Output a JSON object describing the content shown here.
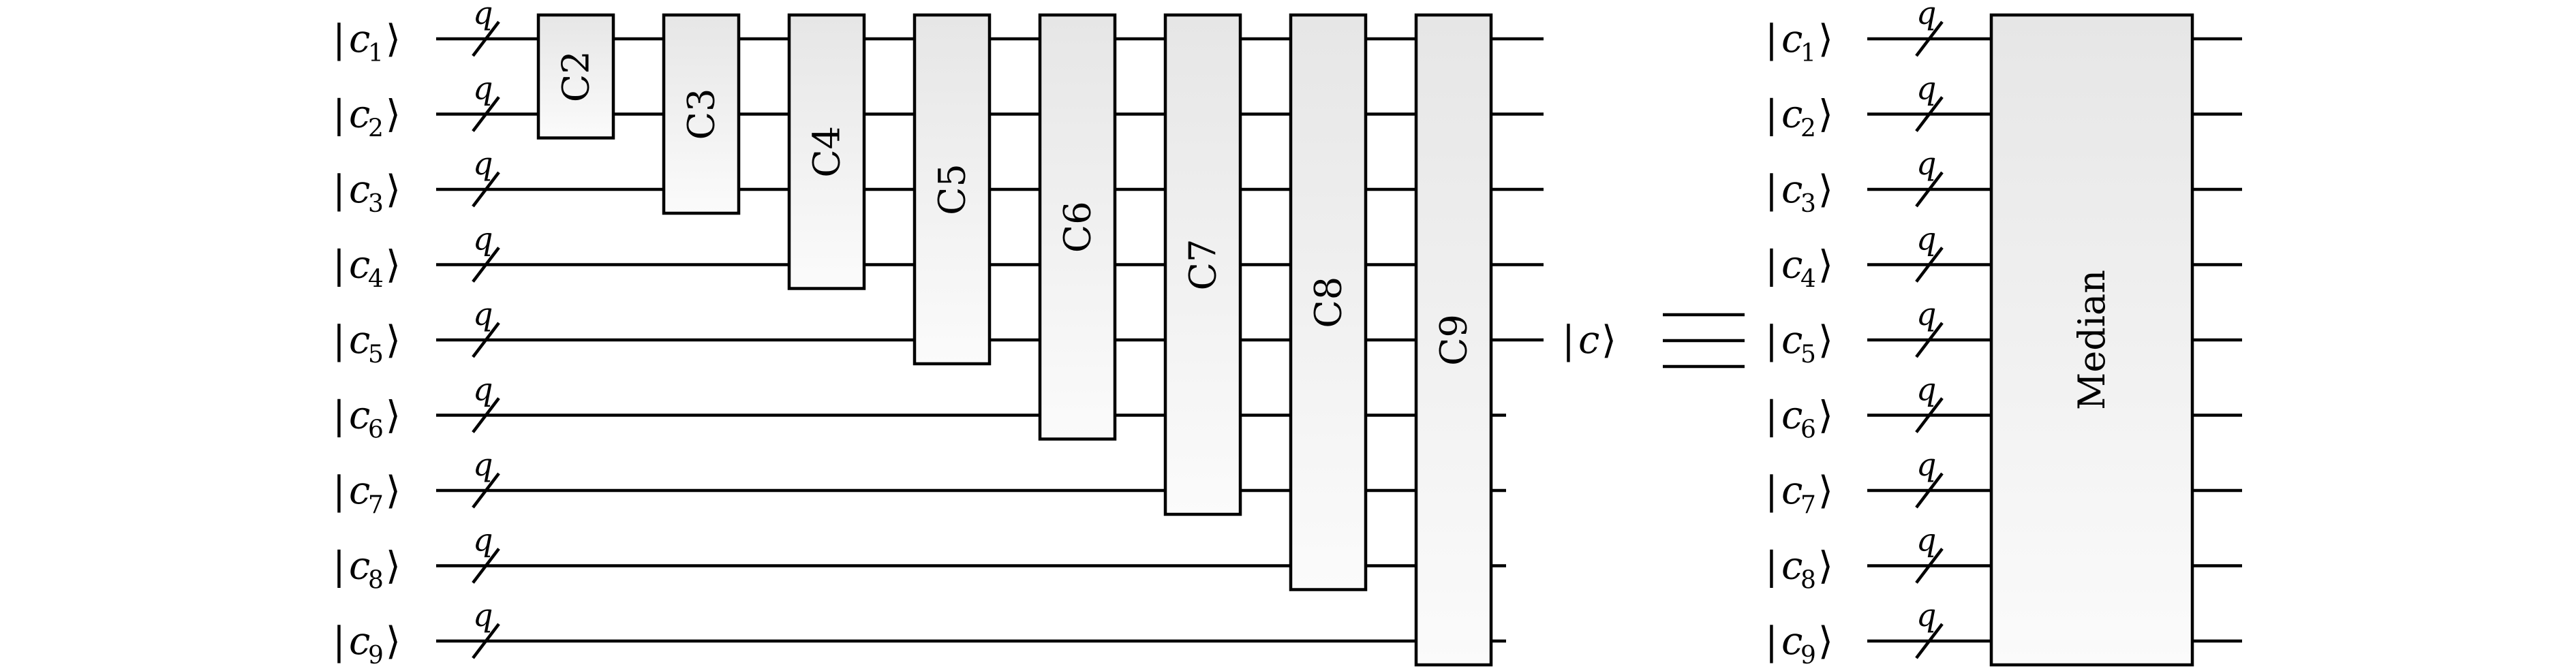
{
  "register_symbol": "q",
  "left_circuit": {
    "inputs": [
      {
        "base": "c",
        "sub": "1"
      },
      {
        "base": "c",
        "sub": "2"
      },
      {
        "base": "c",
        "sub": "3"
      },
      {
        "base": "c",
        "sub": "4"
      },
      {
        "base": "c",
        "sub": "5"
      },
      {
        "base": "c",
        "sub": "6"
      },
      {
        "base": "c",
        "sub": "7"
      },
      {
        "base": "c",
        "sub": "8"
      },
      {
        "base": "c",
        "sub": "9"
      }
    ],
    "gates": [
      {
        "label": "C2",
        "span": 2
      },
      {
        "label": "C3",
        "span": 3
      },
      {
        "label": "C4",
        "span": 4
      },
      {
        "label": "C5",
        "span": 5
      },
      {
        "label": "C6",
        "span": 6
      },
      {
        "label": "C7",
        "span": 7
      },
      {
        "label": "C8",
        "span": 8
      },
      {
        "label": "C9",
        "span": 9
      }
    ],
    "output": {
      "base": "c"
    }
  },
  "equivalence_symbol": "≡",
  "right_circuit": {
    "inputs": [
      {
        "base": "c",
        "sub": "1"
      },
      {
        "base": "c",
        "sub": "2"
      },
      {
        "base": "c",
        "sub": "3"
      },
      {
        "base": "c",
        "sub": "4"
      },
      {
        "base": "c",
        "sub": "5"
      },
      {
        "base": "c",
        "sub": "6"
      },
      {
        "base": "c",
        "sub": "7"
      },
      {
        "base": "c",
        "sub": "8"
      },
      {
        "base": "c",
        "sub": "9"
      }
    ],
    "gate": {
      "label": "Median",
      "span": 9
    }
  }
}
